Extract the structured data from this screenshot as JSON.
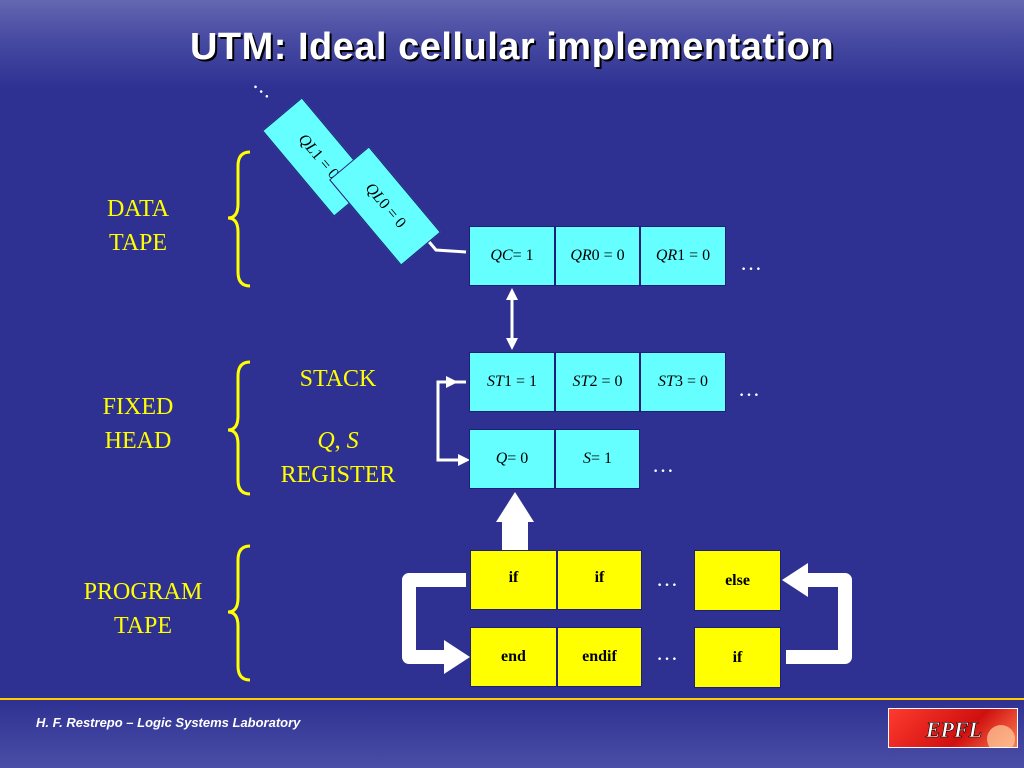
{
  "title": "UTM: Ideal cellular implementation",
  "labels": {
    "data_tape_1": "DATA",
    "data_tape_2": "TAPE",
    "fixed_head_1": "FIXED",
    "fixed_head_2": "HEAD",
    "program_tape_1": "PROGRAM",
    "program_tape_2": "TAPE",
    "stack": "STACK",
    "qs_q": "Q",
    "qs_comma": ", ",
    "qs_s": "S",
    "register": "REGISTER"
  },
  "data_tape": {
    "diagonal_cells": [
      {
        "var": "QL",
        "rest": "1 = 0"
      },
      {
        "var": "QL",
        "rest": "0 = 0"
      }
    ],
    "cells": [
      {
        "var": "QC",
        "rest": " = 1"
      },
      {
        "var": "QR",
        "rest": "0 = 0"
      },
      {
        "var": "QR",
        "rest": "1 = 0"
      }
    ]
  },
  "stack_cells": [
    {
      "var": "ST",
      "rest": "1 = 1"
    },
    {
      "var": "ST",
      "rest": "2 = 0"
    },
    {
      "var": "ST",
      "rest": "3 = 0"
    }
  ],
  "register_cells": [
    {
      "var": "Q",
      "rest": " = 0"
    },
    {
      "var": "S",
      "rest": " = 1"
    }
  ],
  "program": {
    "top_row": [
      "if",
      "if"
    ],
    "top_row_right": "else",
    "bottom_row": [
      "end",
      "endif"
    ],
    "bottom_row_right": "if"
  },
  "ellipsis": "…",
  "footer": "H. F. Restrepo – Logic Systems Laboratory",
  "logo_text": "EPFL",
  "colors": {
    "background": "#2e3192",
    "cell_cyan": "#66ffff",
    "cell_yellow": "#ffff00",
    "label_yellow": "#ffff00",
    "footer_line": "#ffcc00"
  }
}
